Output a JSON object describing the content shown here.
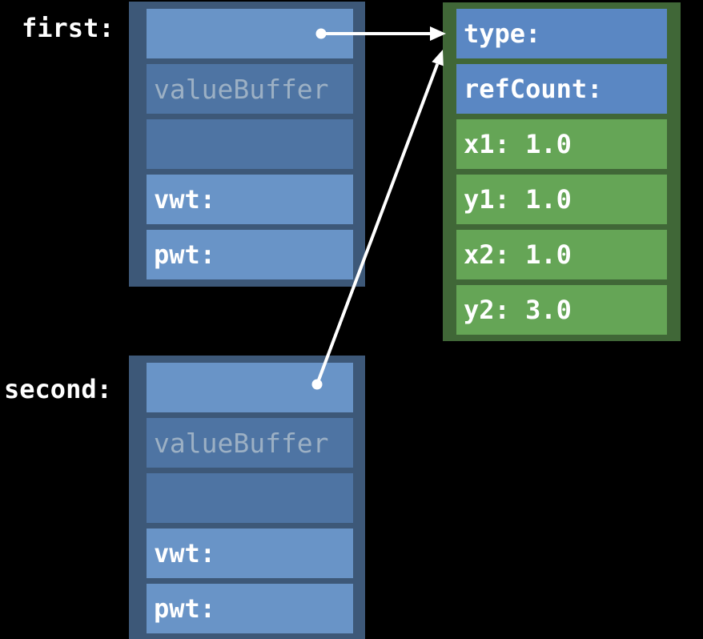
{
  "variables": {
    "first": {
      "label": "first:",
      "rows": [
        {
          "name": "buffer-word-1",
          "label": ""
        },
        {
          "name": "value-buffer",
          "label": "valueBuffer"
        },
        {
          "name": "buffer-word-3",
          "label": ""
        },
        {
          "name": "vwt",
          "label": "vwt:"
        },
        {
          "name": "pwt",
          "label": "pwt:"
        }
      ]
    },
    "second": {
      "label": "second:",
      "rows": [
        {
          "name": "buffer-word-1",
          "label": ""
        },
        {
          "name": "value-buffer",
          "label": "valueBuffer"
        },
        {
          "name": "buffer-word-3",
          "label": ""
        },
        {
          "name": "vwt",
          "label": "vwt:"
        },
        {
          "name": "pwt",
          "label": "pwt:"
        }
      ]
    }
  },
  "heap": {
    "rows": [
      {
        "name": "type",
        "label": "type:",
        "kind": "header"
      },
      {
        "name": "refCount",
        "label": "refCount:",
        "kind": "header"
      },
      {
        "name": "x1",
        "label": "x1: 1.0",
        "kind": "value"
      },
      {
        "name": "y1",
        "label": "y1: 1.0",
        "kind": "value"
      },
      {
        "name": "x2",
        "label": "x2: 1.0",
        "kind": "value"
      },
      {
        "name": "y2",
        "label": "y2: 3.0",
        "kind": "value"
      }
    ]
  },
  "arrows": [
    {
      "name": "first-to-heap",
      "from": "first.buffer-word-1",
      "to": "heap.type"
    },
    {
      "name": "second-to-heap",
      "from": "second.buffer-word-1",
      "to": "heap.type"
    }
  ],
  "colors": {
    "background": "#000000",
    "struct_container": "#3d5878",
    "row_light": "#6994c7",
    "row_muted": "#4e74a3",
    "muted_text": "#9cb0c4",
    "heap_container": "#406737",
    "heap_row_green": "#65a556",
    "heap_row_blue": "#5a87c3",
    "arrow": "#ffffff",
    "label_text": "#ffffff"
  }
}
